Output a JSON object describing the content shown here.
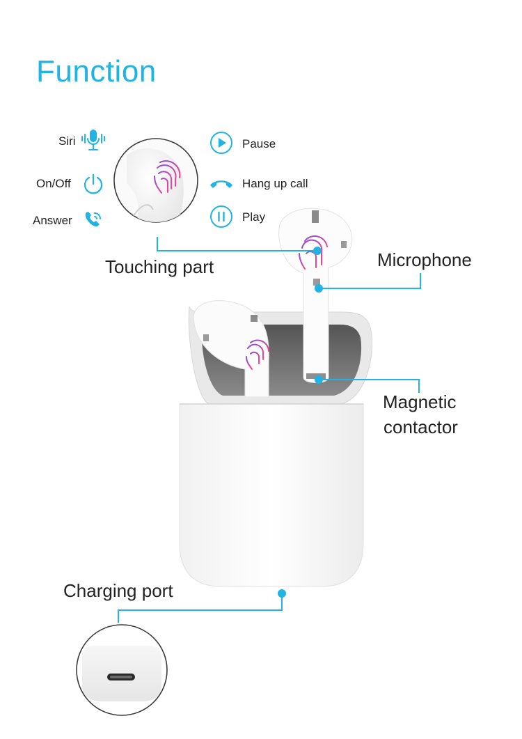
{
  "title": "Function",
  "left_functions": [
    {
      "label": "Siri",
      "icon": "microphone-icon"
    },
    {
      "label": "On/Off",
      "icon": "power-icon"
    },
    {
      "label": "Answer",
      "icon": "phone-ringing-icon"
    }
  ],
  "right_functions": [
    {
      "label": "Pause",
      "icon": "play-icon"
    },
    {
      "label": "Hang up call",
      "icon": "hang-up-icon"
    },
    {
      "label": "Play",
      "icon": "pause-icon"
    }
  ],
  "callouts": {
    "touching_part": "Touching part",
    "microphone": "Microphone",
    "magnetic_line1": "Magnetic",
    "magnetic_line2": "contactor",
    "charging_port": "Charging port"
  },
  "colors": {
    "accent": "#21b3e2",
    "fingerprint_start": "#8a4fd8",
    "fingerprint_end": "#ff3f86"
  }
}
